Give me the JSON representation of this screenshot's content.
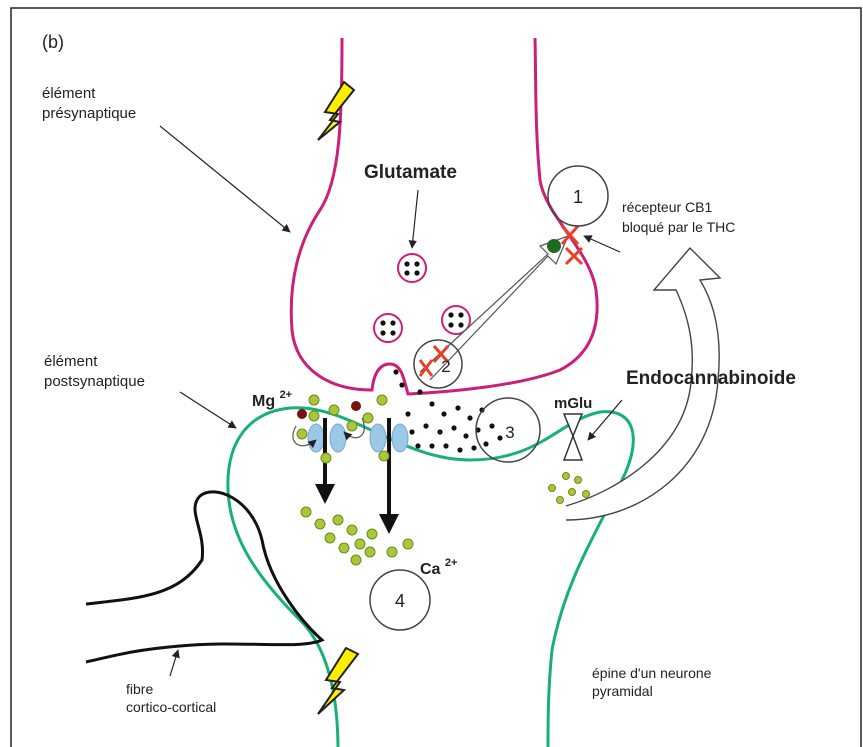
{
  "figure": {
    "panel_label": "(b)",
    "labels": {
      "presynaptic": [
        "élément",
        "présynaptique"
      ],
      "postsynaptic": [
        "élément",
        "postsynaptique"
      ],
      "glutamate": "Glutamate",
      "cb1_receptor": [
        "récepteur CB1",
        "bloqué par le THC"
      ],
      "endocannabinoide": "Endocannabinoide",
      "mglu": "mGlu",
      "mg_base": "Mg",
      "mg_sup": "2+",
      "ca_base": "Ca",
      "ca_sup": "2+",
      "fibre": [
        "fibre",
        "cortico-cortical"
      ],
      "spine": [
        "épine d'un neurone",
        "pyramidal"
      ]
    },
    "steps": [
      "1",
      "2",
      "3",
      "4"
    ],
    "colors": {
      "presynaptic_membrane": "#cc1f7a",
      "postsynaptic_membrane": "#18b07a",
      "lightning": "#ffee00",
      "ca_ion": "#a8c83a",
      "mg_ion": "#7a1010",
      "receptor": "#9cc8e8",
      "block_mark": "#e8402a",
      "cb1_receptor": "#1f6a1f"
    }
  }
}
